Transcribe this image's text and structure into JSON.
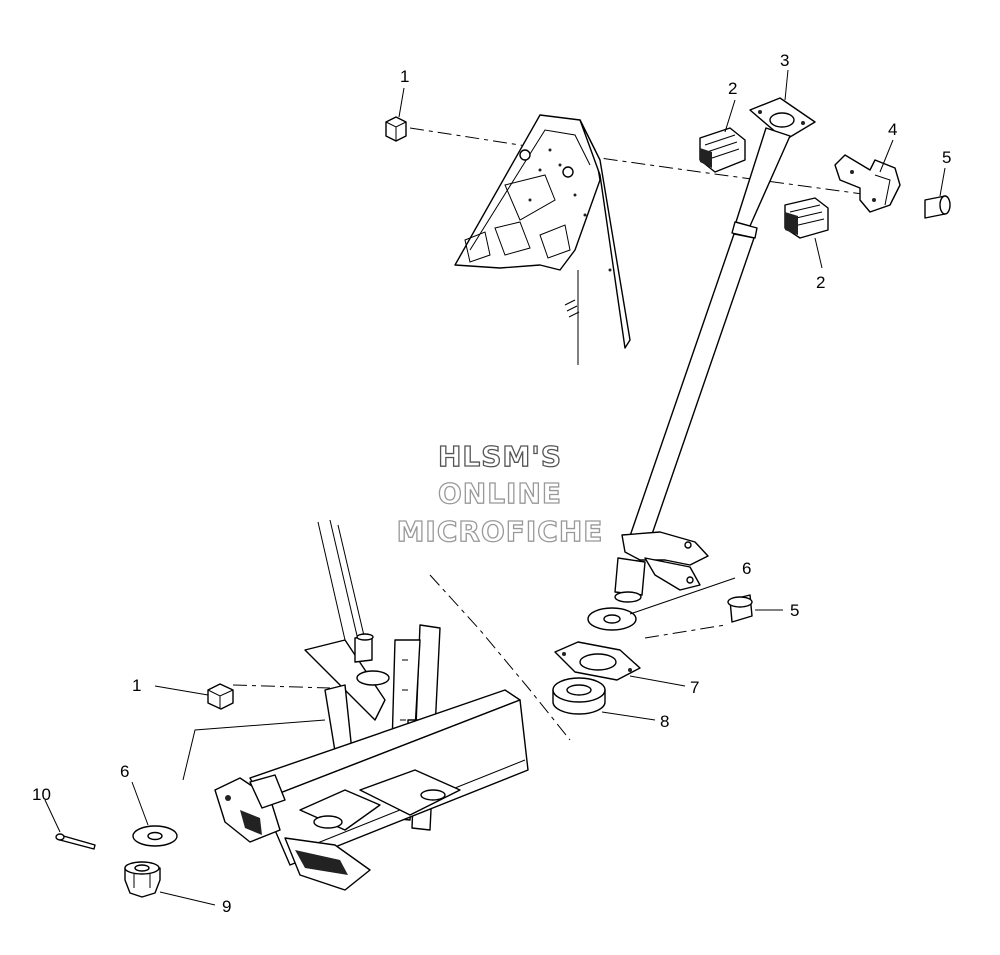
{
  "watermark": {
    "line1": "HLSM'S",
    "line2": "ONLINE",
    "line3": "MICROFICHE"
  },
  "callouts": {
    "c1_top": "1",
    "c2_top": "2",
    "c3": "3",
    "c4": "4",
    "c5_top": "5",
    "c2_mid": "2",
    "c6_right": "6",
    "c5_mid": "5",
    "c1_left": "1",
    "c7": "7",
    "c8": "8",
    "c6_left": "6",
    "c10": "10",
    "c9": "9"
  }
}
